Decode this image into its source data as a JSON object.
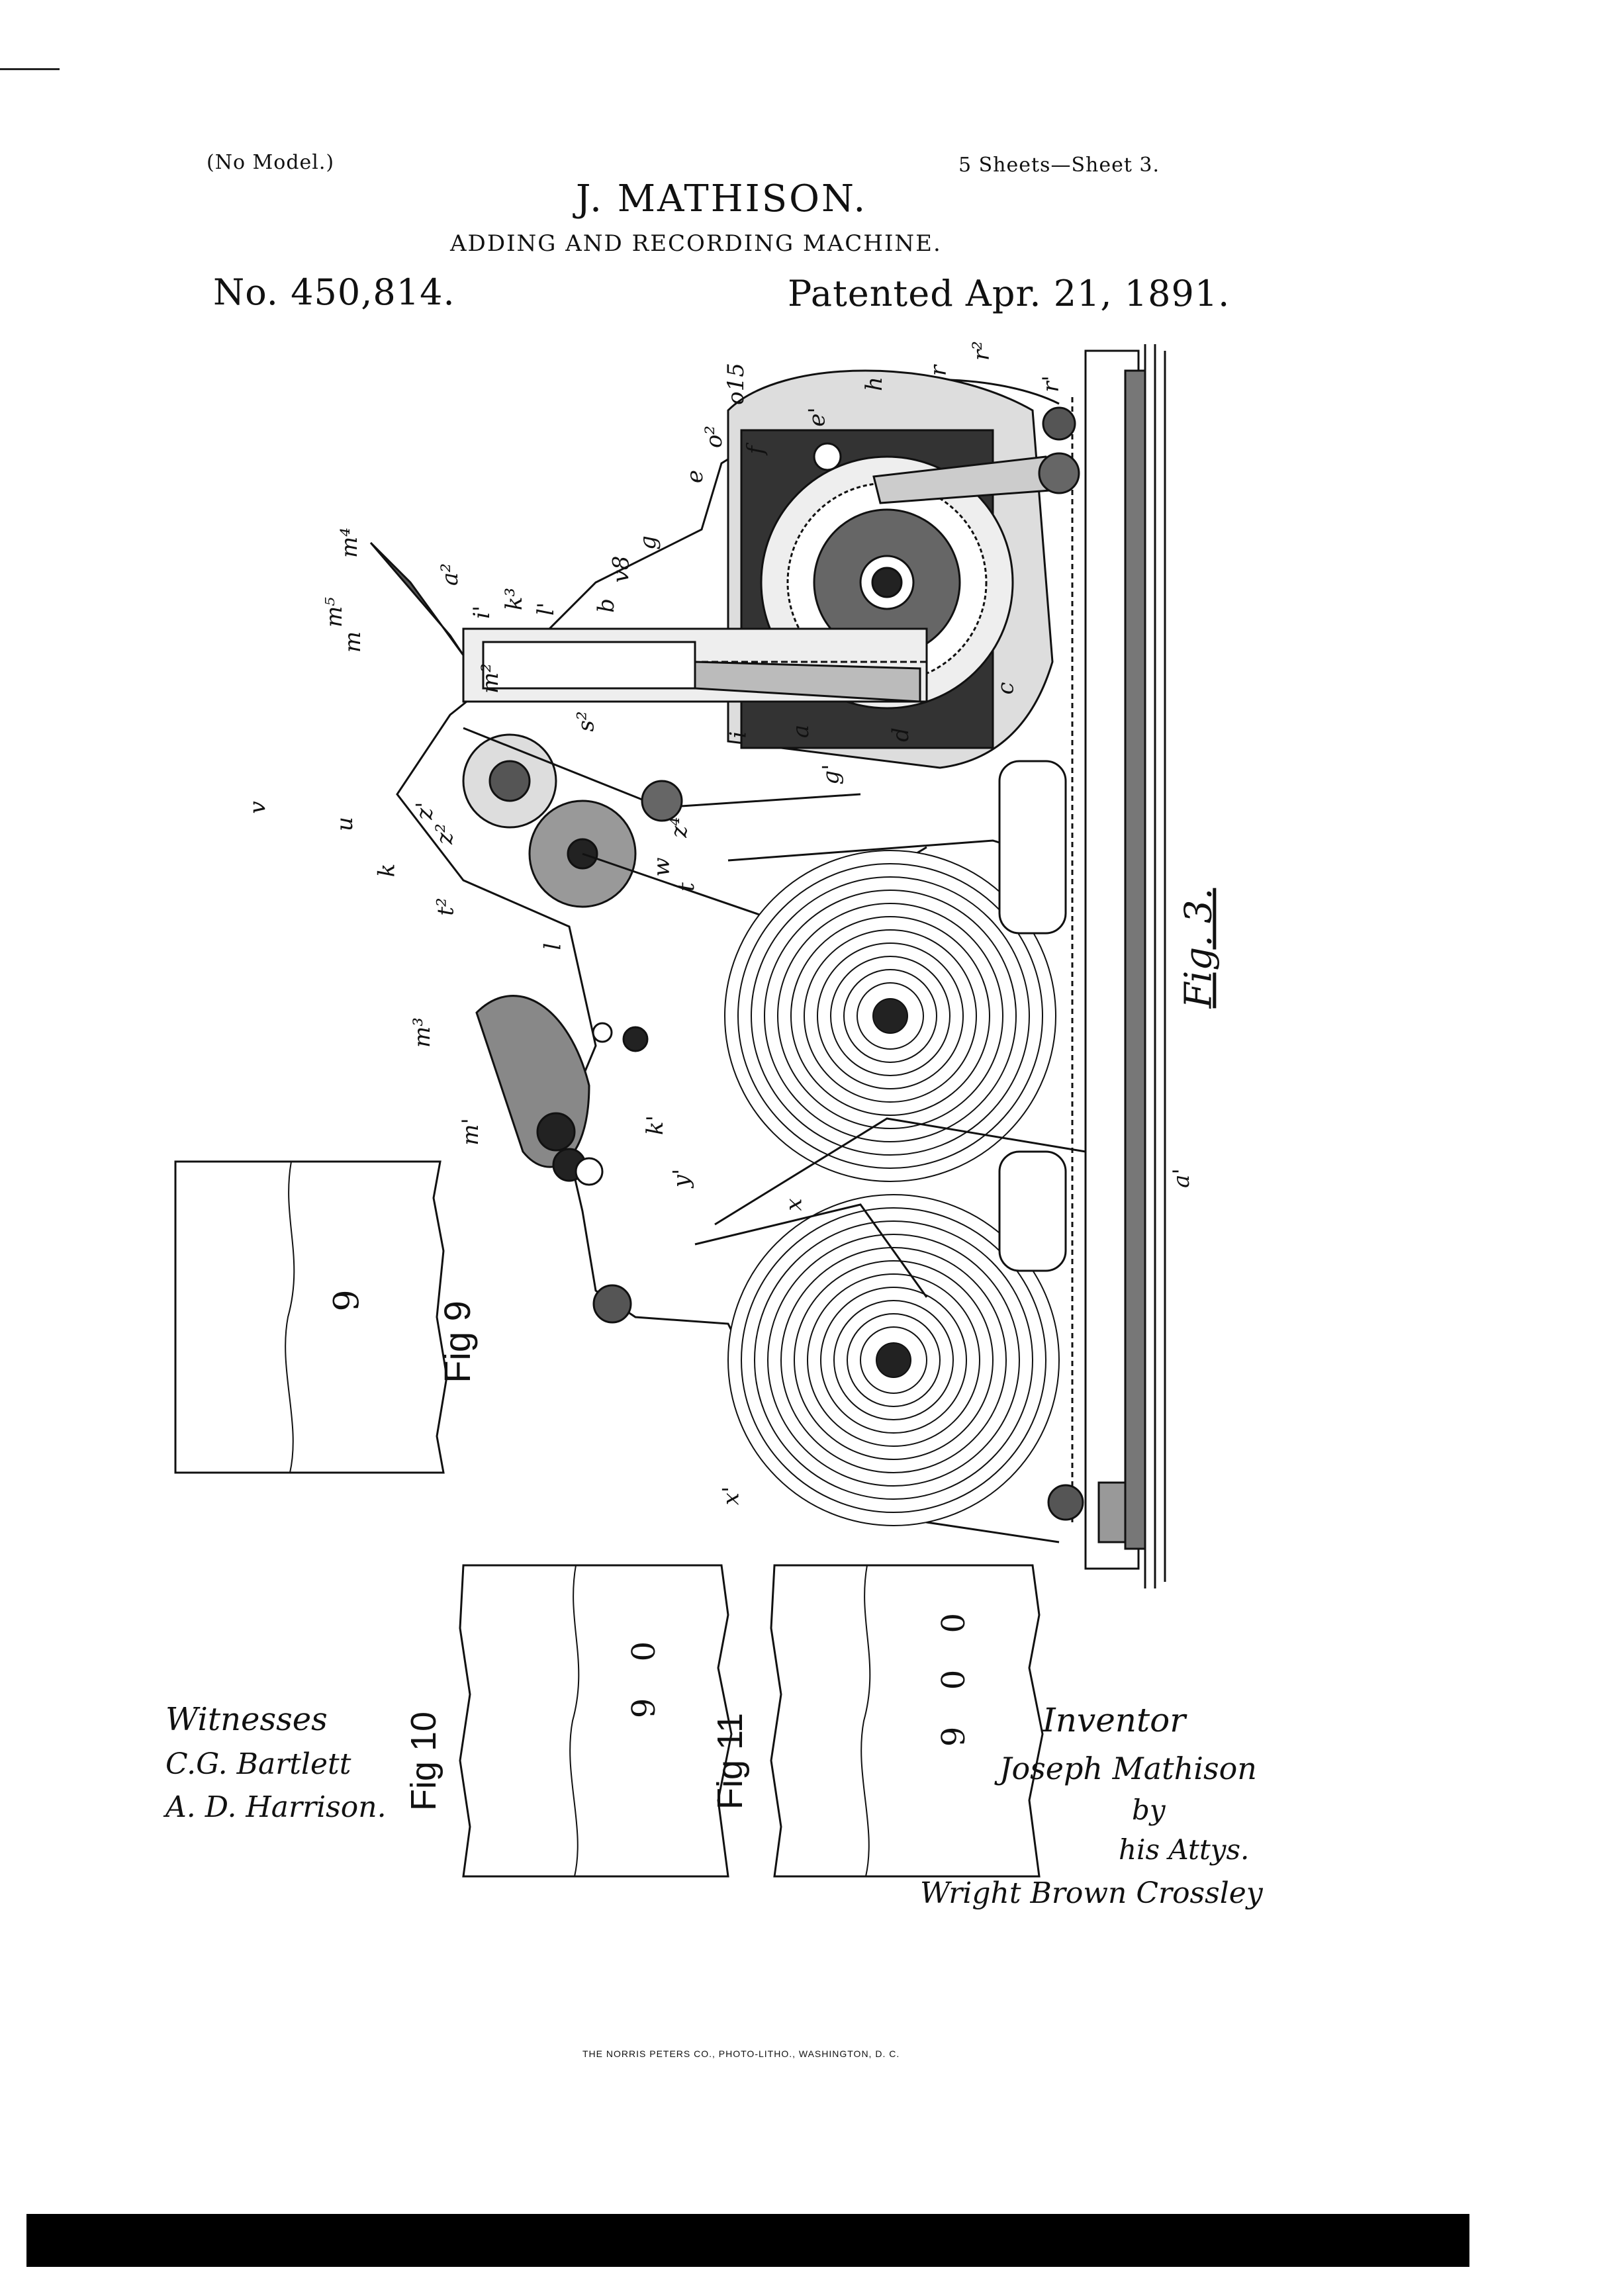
{
  "header": {
    "model_note": "(No Model.)",
    "sheet_info": "5 Sheets—Sheet 3.",
    "inventor_name": "J. MATHISON.",
    "invention_title": "ADDING AND RECORDING MACHINE.",
    "patent_number": "No. 450,814.",
    "patent_date": "Patented Apr. 21, 1891."
  },
  "figures": {
    "fig3_label": "Fig. 3.",
    "fig9_label": "Fig 9",
    "fig9_value": "9",
    "fig10_label": "Fig 10",
    "fig10_value": "9 0",
    "fig11_label": "Fig 11",
    "fig11_value": "9 0 0"
  },
  "drawing_labels": {
    "m4": "m⁴",
    "a2": "a²",
    "m5": "m⁵",
    "m": "m",
    "i1": "i'",
    "k3": "k³",
    "l1": "l'",
    "b": "b",
    "v8": "v8",
    "g": "g",
    "e": "e",
    "o2": "o²",
    "o15": "o15",
    "f": "f",
    "e1": "e'",
    "h": "h",
    "r": "r",
    "r2": "r²",
    "r1": "r'",
    "c": "c",
    "d": "d",
    "a": "a",
    "g1": "g'",
    "i": "i",
    "s2": "s²",
    "m2": "m²",
    "v": "v",
    "u": "u",
    "z1": "z'",
    "z2": "z²",
    "k": "k",
    "t": "t",
    "w": "w",
    "z4": "z⁴",
    "t2": "t²",
    "l": "l",
    "m3": "m³",
    "m1": "m'",
    "k1": "k'",
    "y1": "y'",
    "x": "x",
    "x1": "x'",
    "a1": "a'"
  },
  "witnesses": {
    "label": "Witnesses",
    "names": [
      "C.G. Bartlett",
      "A. D. Harrison."
    ]
  },
  "inventor_block": {
    "label": "Inventor",
    "signature": "Joseph Mathison",
    "by": "by",
    "attys": "his Attys.",
    "attorneys": "Wright Brown Crossley"
  },
  "footer": {
    "printer": "THE NORRIS PETERS CO., PHOTO-LITHO., WASHINGTON, D. C."
  }
}
